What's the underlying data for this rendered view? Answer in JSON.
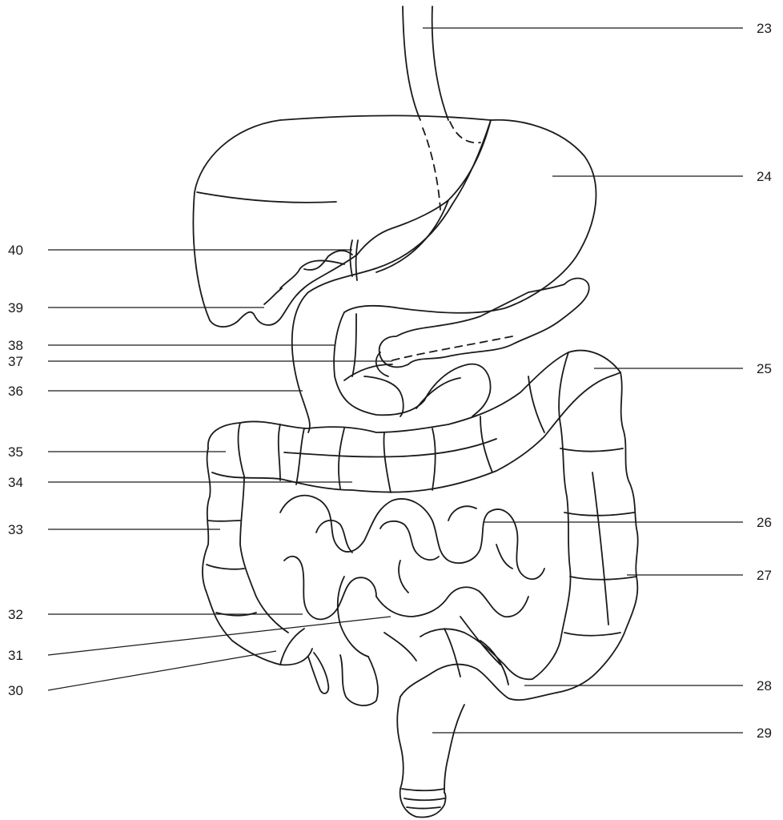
{
  "diagram": {
    "labels": {
      "l23": "23",
      "l24": "24",
      "l25": "25",
      "l26": "26",
      "l27": "27",
      "l28": "28",
      "l29": "29",
      "l30": "30",
      "l31": "31",
      "l32": "32",
      "l33": "33",
      "l34": "34",
      "l35": "35",
      "l36": "36",
      "l37": "37",
      "l38": "38",
      "l39": "39",
      "l40": "40"
    }
  }
}
